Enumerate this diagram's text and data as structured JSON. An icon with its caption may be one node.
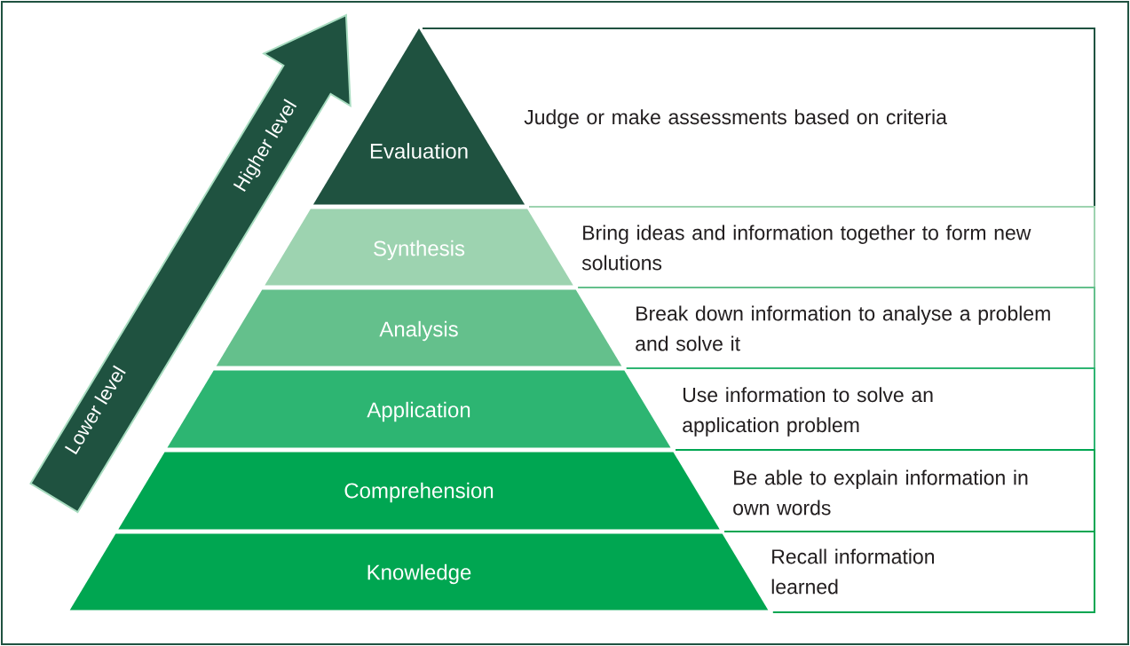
{
  "diagram": {
    "nodes": [
      {
        "text": [
          "Evaluation"
        ]
      },
      {
        "text": [
          "Judge or make assessments based on criteria"
        ]
      },
      {
        "text": [
          "Synthesis"
        ]
      },
      {
        "text": [
          "Bring ideas and information together to form new solutions"
        ]
      },
      {
        "text": [
          "Analysis"
        ]
      },
      {
        "text": [
          "Break down information to analyse a problem and solve it"
        ]
      },
      {
        "text": [
          "Application"
        ]
      },
      {
        "text": [
          "Use information to solve an application problem"
        ]
      },
      {
        "text": [
          "Comprehension"
        ]
      },
      {
        "text": [
          "Be able to explain information in own words"
        ]
      },
      {
        "text": [
          "Knowledge"
        ]
      },
      {
        "text": [
          "Recall information learned"
        ]
      }
    ],
    "labels": [
      "Higher level",
      "Lower level"
    ]
  }
}
